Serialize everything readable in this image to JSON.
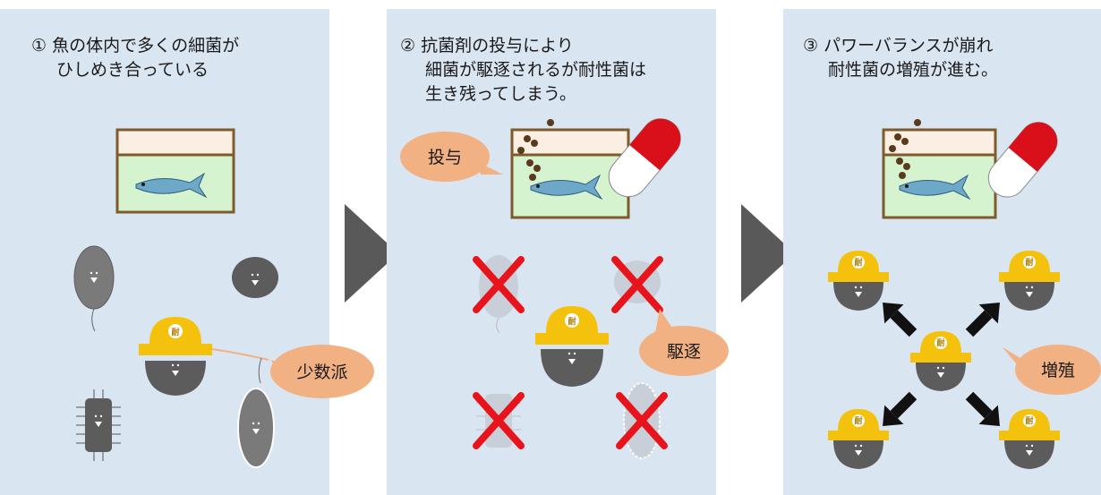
{
  "panels": [
    {
      "number": "①",
      "lines": [
        "魚の体内で多くの細菌が",
        "ひしめき合っている"
      ],
      "callout": "少数派"
    },
    {
      "number": "②",
      "lines": [
        "抗菌剤の投与により",
        "細菌が駆逐されるが耐性菌は",
        "生き残ってしまう。"
      ],
      "callout_dose": "投与",
      "callout_expel": "駆逐"
    },
    {
      "number": "③",
      "lines": [
        "パワーバランスが崩れ",
        "耐性菌の増殖が進む。"
      ],
      "callout": "増殖"
    }
  ],
  "helmet_char": "耐",
  "colors": {
    "panel_bg": "#dae5f2",
    "callout": "#f2b182",
    "helmet": "#f4c20d",
    "bacteria": "#7a7a7a",
    "cross": "#e8141b",
    "arrow": "#595959",
    "tank_water": "#d6f3cf",
    "tank_border": "#7f5a2a"
  }
}
